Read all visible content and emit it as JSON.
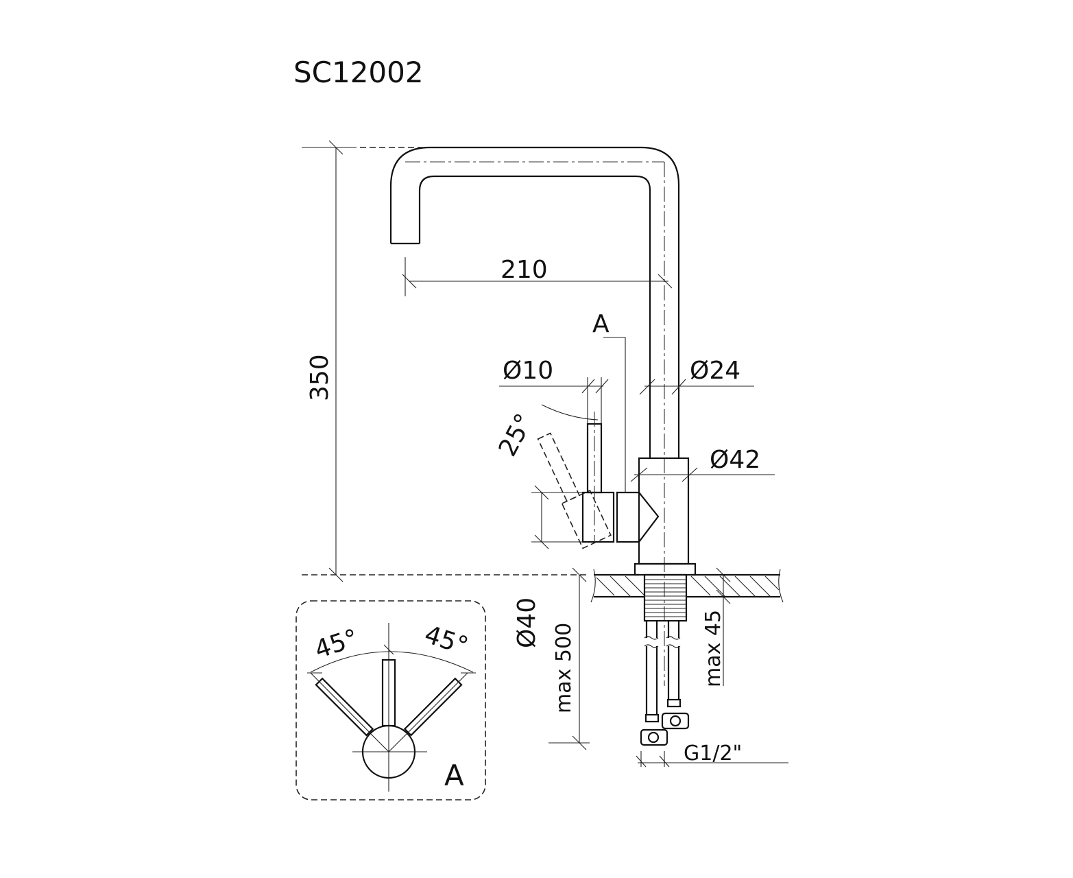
{
  "title": "SC12002",
  "dimensions": {
    "height_total": "350",
    "spout_reach": "210",
    "lever_diameter": "Ø10",
    "spout_diameter": "Ø24",
    "body_diameter": "Ø42",
    "lever_tilt": "25°",
    "handle_diameter": "Ø40",
    "hose_length": "max 500",
    "counter_thickness": "max 45",
    "connection": "G1/2\""
  },
  "detail": {
    "section_label": "A",
    "detail_label": "A",
    "angle_left": "45°",
    "angle_right": "45°"
  }
}
